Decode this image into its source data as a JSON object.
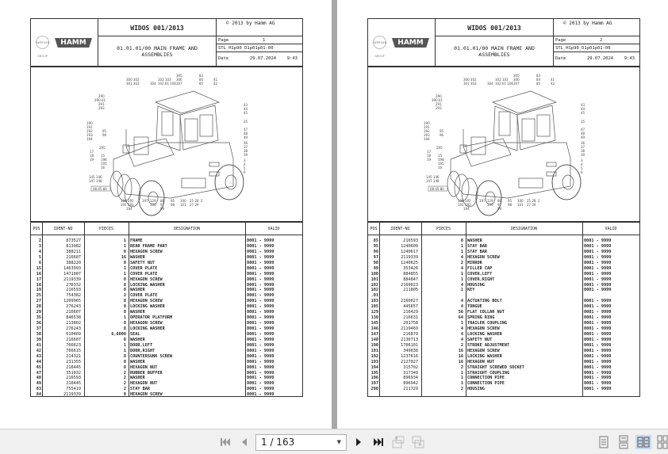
{
  "document": {
    "pages": [
      {
        "header": {
          "logo_group": "WIRTGEN GROUP",
          "logo_brand": "HAMM",
          "title": "WIDOS 001/2013",
          "copyright": "© 2013 by Hamm AG",
          "subtitle_line1": "01.01.01/00 MAIN FRAME AND",
          "subtitle_line2": "ASSEMBLIES",
          "page_label": "Page",
          "page_number": "1",
          "doc_code": "STL_H1p90_D1p01p01-00",
          "date_label": "Date",
          "date": "29.07.2024",
          "time": "9:43"
        },
        "drawing": {
          "ref_label": "08.45.80"
        },
        "table": {
          "columns": [
            "POS",
            "IDENT-NO",
            "PIECES",
            "DESIGNATION",
            "VALID"
          ],
          "rows": [
            [
              "2",
              "873527",
              "1",
              "FRAME",
              "0001 - 9999"
            ],
            [
              "3",
              "813982",
              "1",
              "REAR FRAME PART",
              "0001 - 9999"
            ],
            [
              "4",
              "388211",
              "8",
              "HEXAGON SCREW",
              "0001 - 9999"
            ],
            [
              "5",
              "216607",
              "16",
              "WASHER",
              "0001 - 9999"
            ],
            [
              "6",
              "388220",
              "8",
              "SAFETY NUT",
              "0001 - 9999"
            ],
            [
              "15",
              "1463993",
              "1",
              "COVER PLATE",
              "0001 - 9999"
            ],
            [
              "16",
              "1471007",
              "1",
              "COVER PLATE",
              "0001 - 9999"
            ],
            [
              "17",
              "2119339",
              "8",
              "HEXAGON SCREW",
              "0001 - 9999"
            ],
            [
              "18",
              "276332",
              "8",
              "LOCKING WASHER",
              "0001 - 9999"
            ],
            [
              "19",
              "216593",
              "8",
              "WASHER",
              "0001 - 9999"
            ],
            [
              "25",
              "754382",
              "2",
              "COVER PLATE",
              "0001 - 9999"
            ],
            [
              "27",
              "1209965",
              "8",
              "HEXAGON SCREW",
              "0001 - 9999"
            ],
            [
              "28",
              "276243",
              "8",
              "LOCKING WASHER",
              "0001 - 9999"
            ],
            [
              "29",
              "216607",
              "8",
              "WASHER",
              "0001 - 9999"
            ],
            [
              "35",
              "846538",
              "1",
              "OPERATOR PLATFORM",
              "0001 - 9999"
            ],
            [
              "36",
              "213802",
              "8",
              "HEXAGON SCREW",
              "0001 - 9999"
            ],
            [
              "37",
              "276243",
              "8",
              "LOCKING WASHER",
              "0001 - 9999"
            ],
            [
              "38",
              "610469",
              "6,6000",
              "SEAL",
              "0001 - 9999"
            ],
            [
              "39",
              "216607",
              "8",
              "WASHER",
              "0001 - 9999"
            ],
            [
              "41",
              "766623",
              "1",
              "DOOR,LEFT",
              "0001 - 9999"
            ],
            [
              "42",
              "766615",
              "1",
              "DOOR,RIGHT",
              "0001 - 9999"
            ],
            [
              "43",
              "214321",
              "8",
              "COUNTERSUNK SCREW",
              "0001 - 9999"
            ],
            [
              "44",
              "231355",
              "8",
              "WASHER",
              "0001 - 9999"
            ],
            [
              "45",
              "216445",
              "8",
              "HEXAGON NUT",
              "0001 - 9999"
            ],
            [
              "47",
              "351032",
              "2",
              "RUBBER BUFFER",
              "0001 - 9999"
            ],
            [
              "48",
              "216593",
              "2",
              "WASHER",
              "0001 - 9999"
            ],
            [
              "49",
              "216445",
              "2",
              "HEXAGON NUT",
              "0001 - 9999"
            ],
            [
              "83",
              "755419",
              "2",
              "STAY BAR",
              "0001 - 9999"
            ],
            [
              "84",
              "2119339",
              "8",
              "HEXAGON SCREW",
              "0001 - 9999"
            ]
          ]
        }
      },
      {
        "header": {
          "logo_group": "WIRTGEN GROUP",
          "logo_brand": "HAMM",
          "title": "WIDOS 001/2013",
          "copyright": "© 2013 by Hamm AG",
          "subtitle_line1": "01.01.01/00 MAIN FRAME AND",
          "subtitle_line2": "ASSEMBLIES",
          "page_label": "Page",
          "page_number": "2",
          "doc_code": "STL_H1p90_D1p01p01-00",
          "date_label": "Date",
          "date": "29.07.2024",
          "time": "9:43"
        },
        "drawing": {
          "ref_label": "08.45.80"
        },
        "table": {
          "columns": [
            "POS",
            "IDENT-NO",
            "PIECES",
            "DESIGNATION",
            "VALID"
          ],
          "rows": [
            [
              "85",
              "216593",
              "8",
              "WASHER",
              "0001 - 9999"
            ],
            [
              "95",
              "1240609",
              "1",
              "STAY BAR",
              "0001 - 9999"
            ],
            [
              "96",
              "1240617",
              "1",
              "STAY BAR",
              "0001 - 9999"
            ],
            [
              "97",
              "2119339",
              "4",
              "HEXAGON SCREW",
              "0001 - 9999"
            ],
            [
              "98",
              "1240625",
              "2",
              "MIRROR",
              "0001 - 9999"
            ],
            [
              "99",
              "353426",
              "4",
              "FILLER CAP",
              "0001 - 9999"
            ],
            [
              "100",
              "884855",
              "1",
              "COVER,LEFT",
              "0001 - 9999"
            ],
            [
              "101",
              "884847",
              "1",
              "COVER,RIGHT",
              "0001 - 9999"
            ],
            [
              "102",
              "2160023",
              "4",
              "HOUSING",
              "0001 - 9999"
            ],
            [
              "102",
              "211805",
              "1",
              "KEY",
              "0001 - 9999"
            ],
            [
              ".01",
              "",
              "",
              "",
              ""
            ],
            [
              "103",
              "2160027",
              "4",
              "ACTUATING BOLT",
              "0001 - 9999"
            ],
            [
              "105",
              "445657",
              "4",
              "TONGUE",
              "0001 - 9999"
            ],
            [
              "129",
              "216429",
              "56",
              "FLAT COLLAR NUT",
              "0001 - 9999"
            ],
            [
              "130",
              "216631",
              "64",
              "SPRING RING",
              "0001 - 9999"
            ],
            [
              "145",
              "201758",
              "1",
              "TRAILER COUPLING",
              "0001 - 9999"
            ],
            [
              "146",
              "2119469",
              "4",
              "HEXAGON SCREW",
              "0001 - 9999"
            ],
            [
              "147",
              "216879",
              "4",
              "LOCKING WASHER",
              "0001 - 9999"
            ],
            [
              "148",
              "2136713",
              "4",
              "SAFETY NUT",
              "0001 - 9999"
            ],
            [
              "190",
              "1706101",
              "2",
              "STROKE ADJUSTMENT",
              "0001 - 9999"
            ],
            [
              "191",
              "349038",
              "16",
              "HEXAGON SCREW",
              "0001 - 9999"
            ],
            [
              "192",
              "1237616",
              "16",
              "LOCKING WASHER",
              "0001 - 9999"
            ],
            [
              "193",
              "2127027",
              "16",
              "HEXAGON NUT",
              "0001 - 9999"
            ],
            [
              "194",
              "315702",
              "2",
              "STRAIGHT SCREWED SOCKET",
              "0001 - 9999"
            ],
            [
              "195",
              "317349",
              "1",
              "STRAIGHT COUPLING",
              "0001 - 9999"
            ],
            [
              "196",
              "896934",
              "1",
              "CONNECTION PIPE",
              "0001 - 9999"
            ],
            [
              "197",
              "896942",
              "1",
              "CONNECTION PIPE",
              "0001 - 9999"
            ],
            [
              "290",
              "211729",
              "2",
              "HOUSING",
              "0001 - 9999"
            ]
          ]
        }
      }
    ]
  },
  "toolbar": {
    "first_page_icon": "first-page-icon",
    "prev_page_icon": "prev-page-icon",
    "page_indicator": "1 / 163",
    "next_page_icon": "next-page-icon",
    "last_page_icon": "last-page-icon",
    "view_modes": [
      "single-page",
      "continuous",
      "two-page",
      "two-page-continuous"
    ],
    "active_view_mode": "two-page"
  }
}
